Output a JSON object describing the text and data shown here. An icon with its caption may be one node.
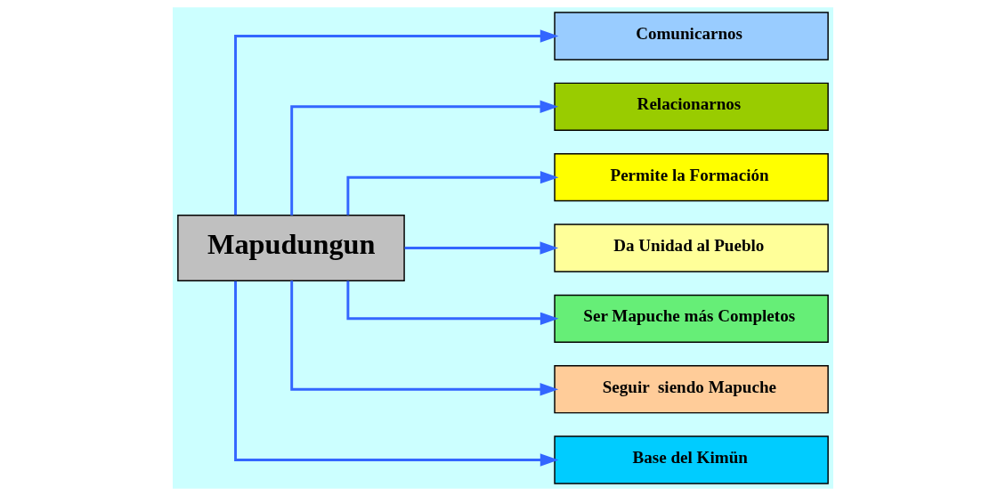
{
  "diagram": {
    "nodes": [
      {
        "text": [
          "Mapudungun"
        ]
      },
      {
        "text": [
          "Comunicarnos"
        ]
      },
      {
        "text": [
          "Relacionarnos"
        ]
      },
      {
        "text": [
          "Permite la Formación"
        ]
      },
      {
        "text": [
          "Da Unidad al Pueblo"
        ]
      },
      {
        "text": [
          "Ser Mapuche más Completos"
        ]
      },
      {
        "text": [
          "Seguir  siendo Mapuche"
        ]
      },
      {
        "text": [
          "Base del Kimün"
        ]
      }
    ],
    "edges": [
      {
        "from": 0,
        "to": 1,
        "arrow": "to"
      },
      {
        "from": 0,
        "to": 2,
        "arrow": "to"
      },
      {
        "from": 0,
        "to": 3,
        "arrow": "to"
      },
      {
        "from": 0,
        "to": 4,
        "arrow": "to"
      },
      {
        "from": 0,
        "to": 5,
        "arrow": "to"
      },
      {
        "from": 0,
        "to": 6,
        "arrow": "to"
      },
      {
        "from": 0,
        "to": 7,
        "arrow": "to"
      }
    ]
  }
}
